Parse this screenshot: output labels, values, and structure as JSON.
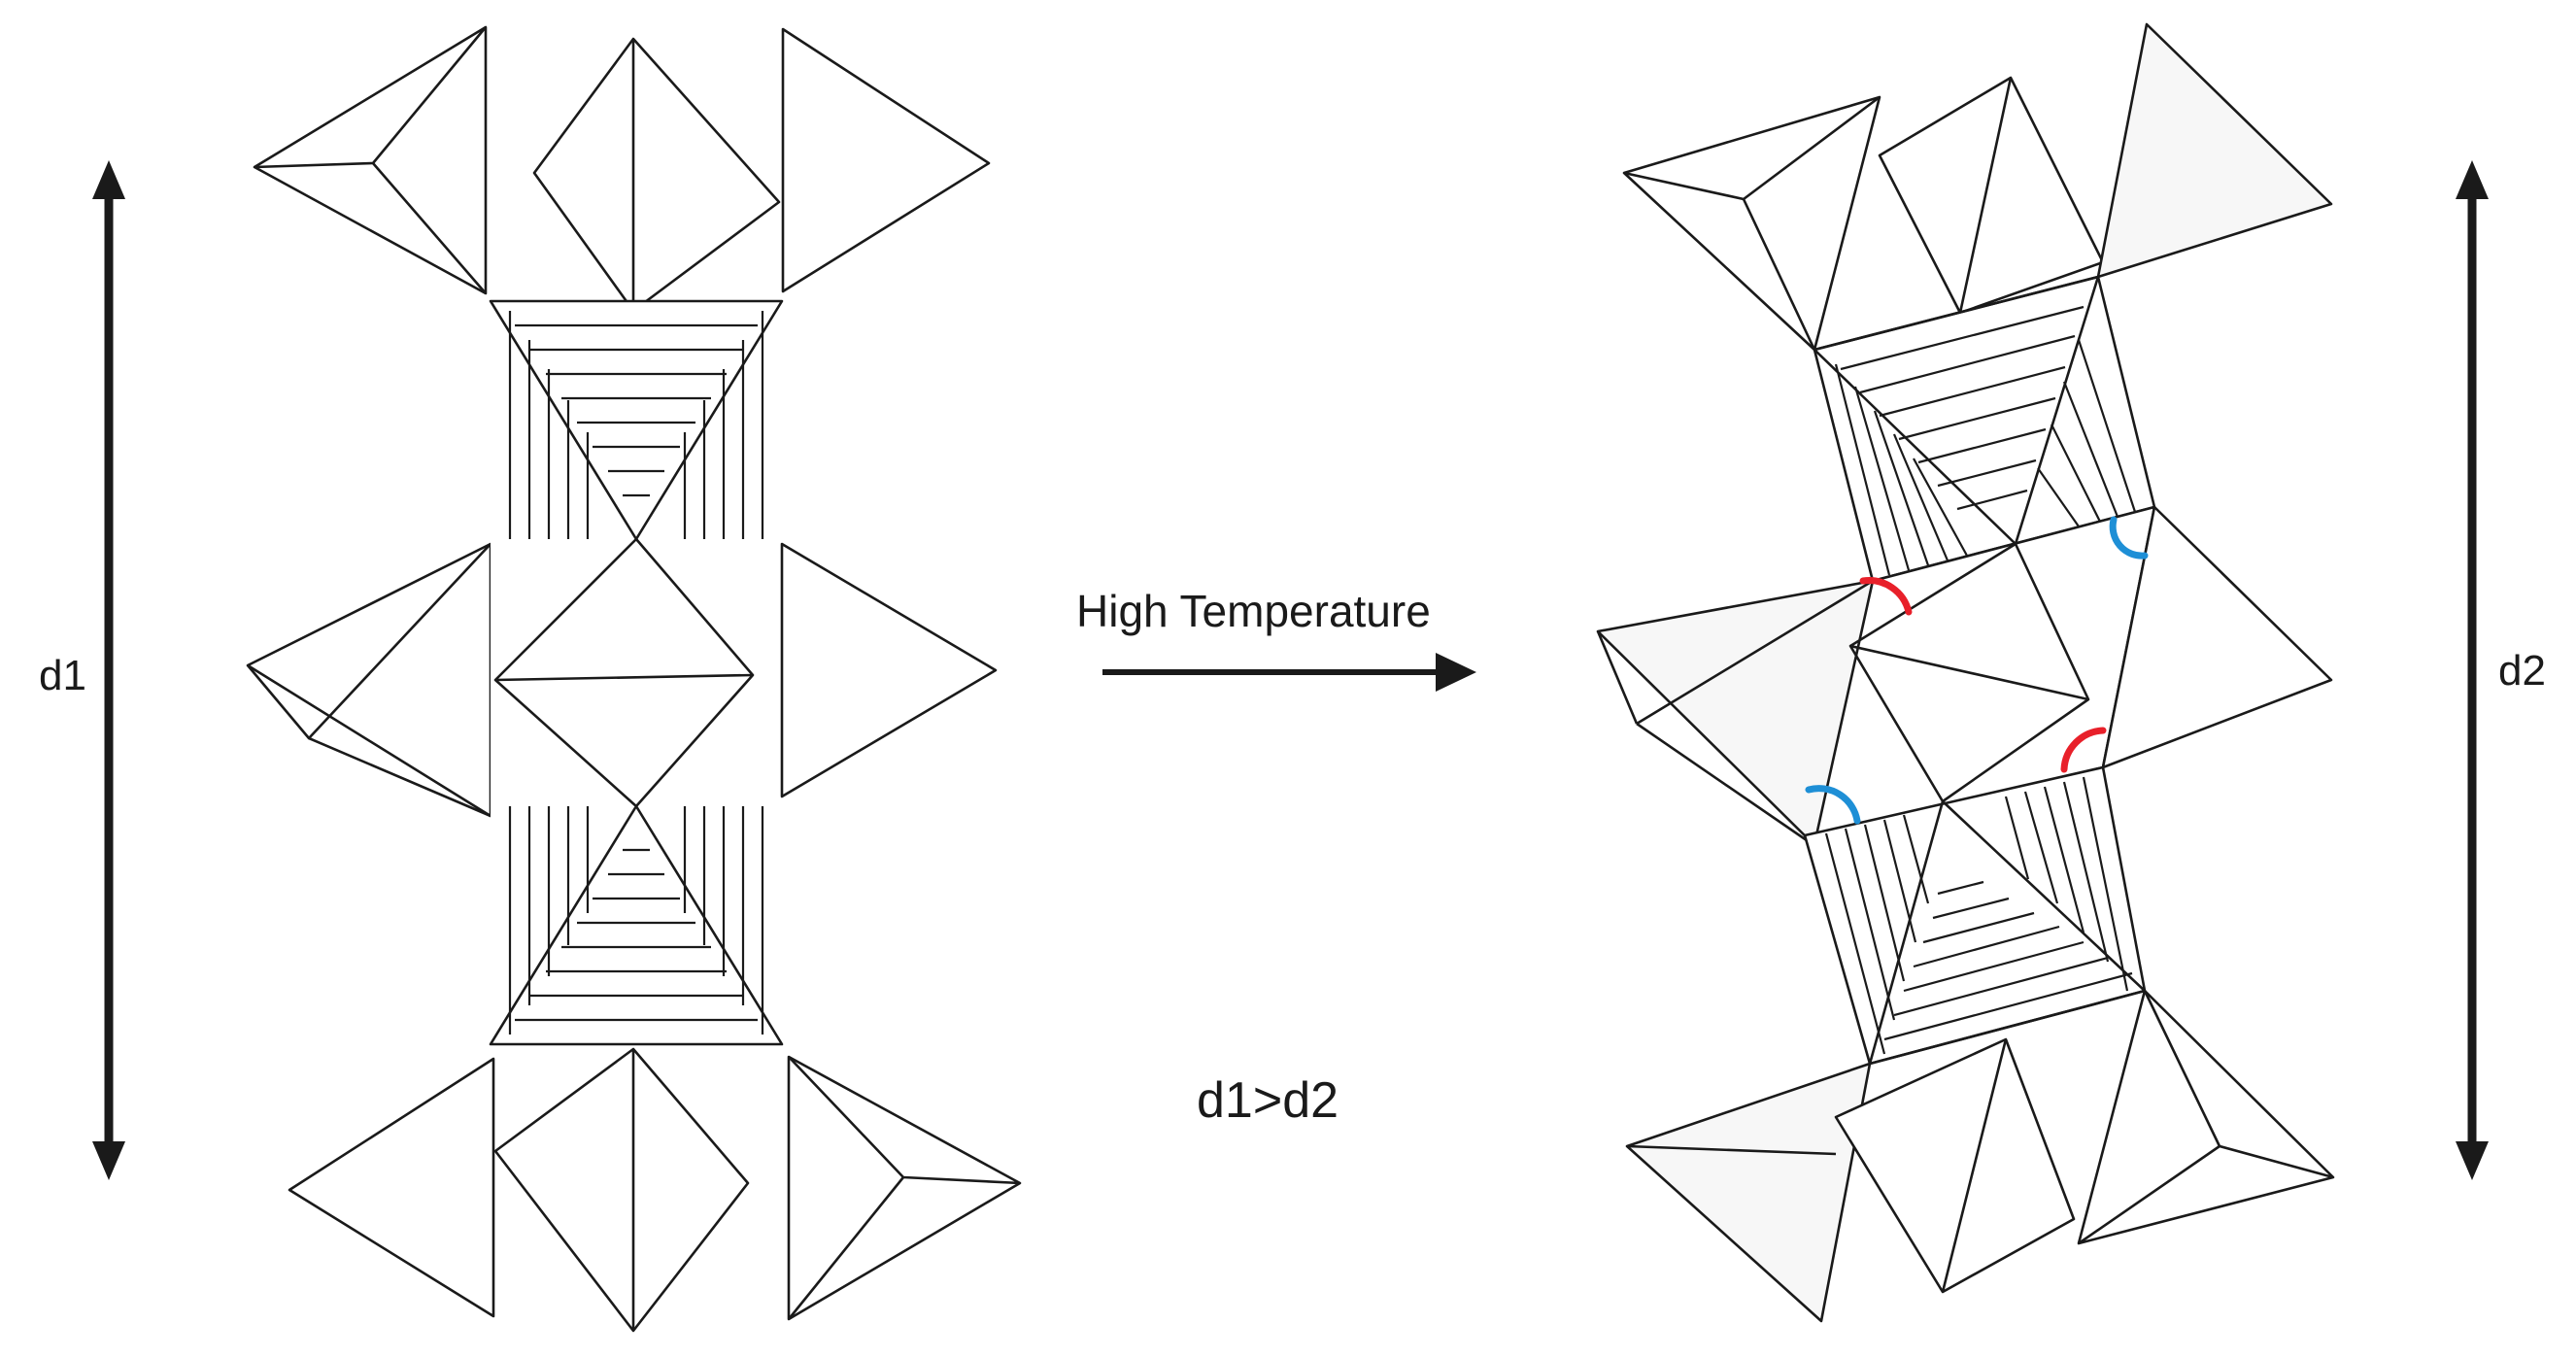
{
  "labels": {
    "left_dimension": "d1",
    "right_dimension": "d2",
    "process_arrow": "High Temperature",
    "relation": "d1>d2"
  },
  "colors": {
    "line": "#1a1a1a",
    "angle_highlight_red": "#e8202a",
    "angle_highlight_blue": "#1e8fd6"
  }
}
